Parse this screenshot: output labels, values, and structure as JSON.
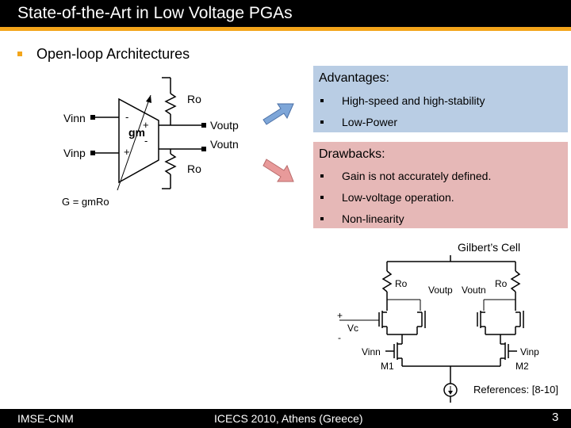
{
  "slide": {
    "title": "State-of-the-Art in Low Voltage PGAs",
    "heading": "Open-loop Architectures",
    "gain_equation": "G = gmRo"
  },
  "advantages": {
    "title": "Advantages:",
    "items": [
      "High-speed and high-stability",
      "Low-Power"
    ]
  },
  "drawbacks": {
    "title": "Drawbacks:",
    "items": [
      "Gain is not accurately defined.",
      "Low-voltage operation.",
      "Non-linearity"
    ]
  },
  "ota_diagram": {
    "vinn": "Vinn",
    "vinp": "Vinp",
    "gm": "gm",
    "ro_top": "Ro",
    "ro_bottom": "Ro",
    "voutp": "Voutp",
    "voutn": "Voutn",
    "minus": "-",
    "plus": "+"
  },
  "gilbert": {
    "label": "Gilbert’s Cell",
    "ro_left": "Ro",
    "ro_right": "Ro",
    "voutp": "Voutp",
    "voutn": "Voutn",
    "vc": "Vc",
    "vinn": "Vinn",
    "vinp": "Vinp",
    "m1": "M1",
    "m2": "M2",
    "plus": "+",
    "minus": "-"
  },
  "references": "References: [8-10]",
  "footer": {
    "left": "IMSE-CNM",
    "center": "ICECS 2010, Athens (Greece)",
    "page": "3"
  },
  "colors": {
    "accent": "#f3a51b",
    "advantages_bg": "#b9cde4",
    "drawbacks_bg": "#e6b8b7",
    "arrow_blue": "#7ea6d8",
    "arrow_red": "#e89a9a"
  }
}
